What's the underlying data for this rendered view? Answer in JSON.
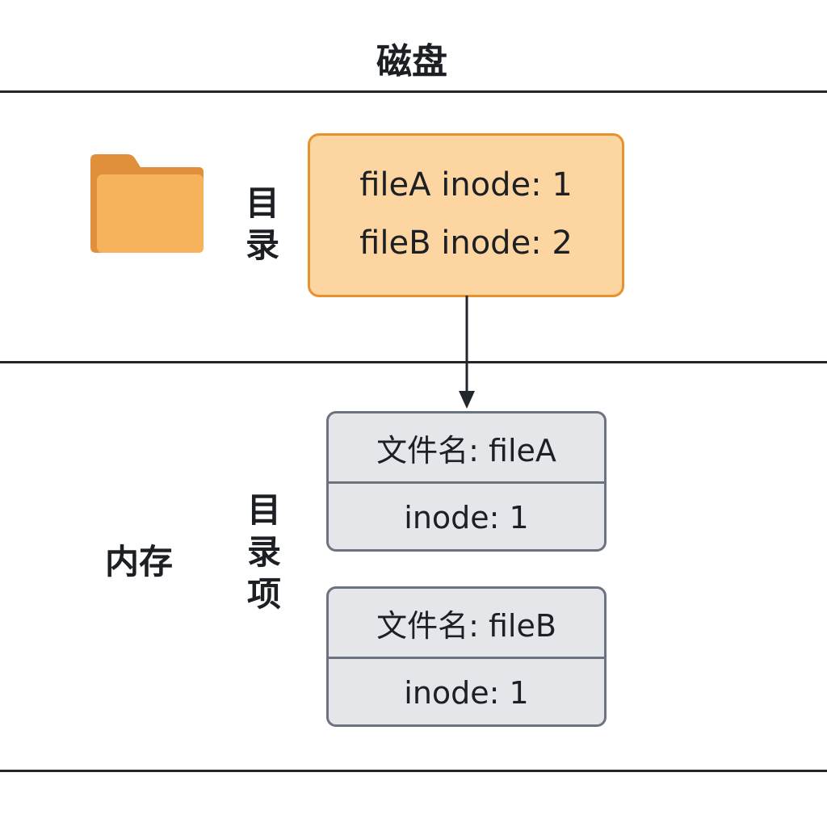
{
  "title": "磁盘",
  "disk_section": {
    "icon": "folder-icon",
    "folder_color": "#f7b35c",
    "label": "目录",
    "directory_box": {
      "lines": [
        "fileA inode: 1",
        "fileB inode: 2"
      ],
      "fill": "#fdd5a0",
      "border": "#e8922e"
    }
  },
  "memory_section": {
    "label": "内存",
    "entries_label": "目录项",
    "entries": [
      {
        "name": "文件名: fileA",
        "inode": "inode: 1"
      },
      {
        "name": "文件名: fileB",
        "inode": "inode: 1"
      }
    ],
    "fill": "#e5e6ea",
    "border": "#6b7280"
  }
}
